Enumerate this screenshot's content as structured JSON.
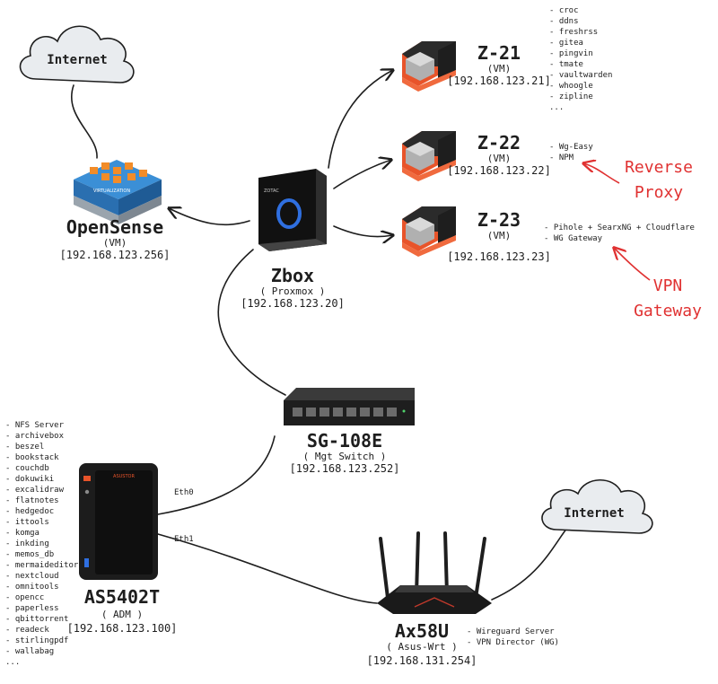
{
  "internet_top": {
    "label": "Internet"
  },
  "internet_right": {
    "label": "Internet"
  },
  "opnsense": {
    "name": "OpenSense",
    "role": "(VM)",
    "ip": "[192.168.123.256]",
    "graphic_label": "VIRTUALIZATION"
  },
  "zbox": {
    "name": "Zbox",
    "role": "( Proxmox )",
    "ip": "[192.168.123.20]",
    "brand": "ZOTAC"
  },
  "z21": {
    "name": "Z-21",
    "role": "(VM)",
    "ip": "[192.168.123.21]",
    "services": [
      "- croc",
      "- ddns",
      "- freshrss",
      "- gitea",
      "- pingvin",
      "- tmate",
      "- vaultwarden",
      "- whoogle",
      "- zipline",
      "..."
    ]
  },
  "z22": {
    "name": "Z-22",
    "role": "(VM)",
    "ip": "[192.168.123.22]",
    "services": [
      "- Wg-Easy",
      "- NPM"
    ]
  },
  "z23": {
    "name": "Z-23",
    "role": "(VM)",
    "ip": "[192.168.123.23]",
    "services": [
      "- Pihole + SearxNG + Cloudflare",
      "- WG Gateway"
    ]
  },
  "annotations": {
    "reverse_proxy": [
      "Reverse",
      "Proxy"
    ],
    "vpn_gateway": [
      "VPN",
      "Gateway"
    ]
  },
  "switch": {
    "name": "SG-108E",
    "role": "( Mgt Switch )",
    "ip": "[192.168.123.252]"
  },
  "nas": {
    "name": "AS5402T",
    "role": "( ADM )",
    "ip": "[192.168.123.100]",
    "brand": "ASUSTOR",
    "services": [
      "- NFS Server",
      "- archivebox",
      "- beszel",
      "- bookstack",
      "- couchdb",
      "- dokuwiki",
      "- excalidraw",
      "- flatnotes",
      "- hedgedoc",
      "- ittools",
      "- komga",
      "- inkding",
      "- memos_db",
      "- mermaideditor",
      "- nextcloud",
      "- omnitools",
      "- opencc",
      "- paperless",
      "- qbittorrent",
      "- readeck",
      "- stirlingpdf",
      "- wallabag",
      "..."
    ]
  },
  "router": {
    "name": "Ax58U",
    "role": "( Asus-Wrt )",
    "ip": "[192.168.131.254]",
    "services": [
      "- Wireguard Server",
      "- VPN Director (WG)"
    ]
  },
  "links": {
    "eth0": "Eth0",
    "eth1": "Eth1"
  },
  "colors": {
    "accent": "#e03131",
    "proxmox_orange": "#e8542a",
    "cloud": "#e9ecef"
  }
}
